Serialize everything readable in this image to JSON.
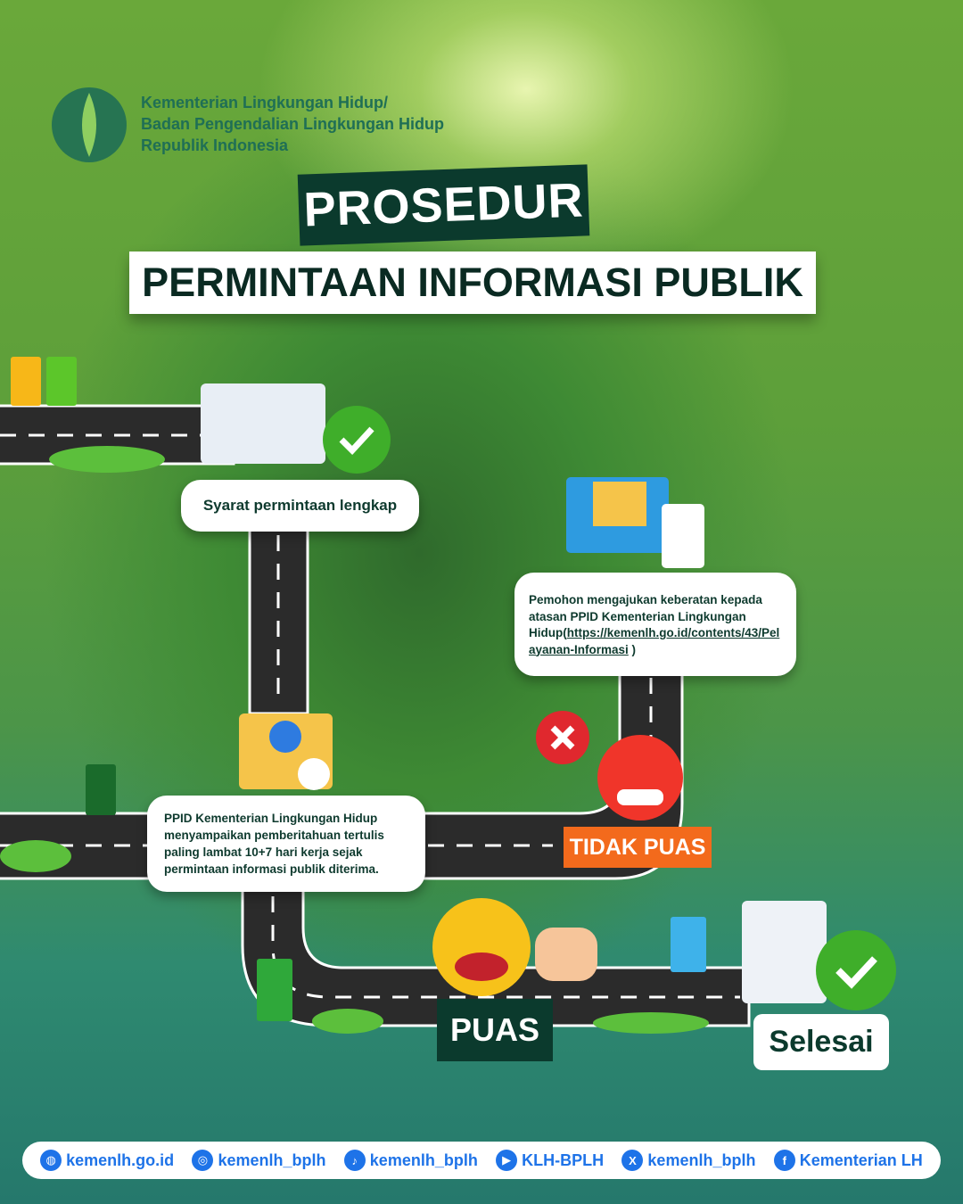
{
  "header": {
    "org_lines": [
      "Kementerian Lingkungan Hidup/",
      "Badan Pengendalian Lingkungan Hidup",
      "Republik Indonesia"
    ],
    "title_top": "PROSEDUR",
    "title_main": "PERMINTAAN INFORMASI PUBLIK"
  },
  "steps": {
    "complete": "Syarat permintaan lengkap",
    "notify": "PPID Kementerian Lingkungan Hidup menyampaikan pemberitahuan tertulis paling lambat 10+7 hari kerja sejak permintaan informasi publik diterima.",
    "objection_text": "Pemohon mengajukan keberatan kepada atasan PPID Kementerian Lingkungan Hidup(",
    "objection_link": "https://kemenlh.go.id/contents/43/Pelayanan-Informasi",
    "objection_end": " )",
    "not_satisfied": "TIDAK PUAS",
    "satisfied": "PUAS",
    "done": "Selesai"
  },
  "colors": {
    "dark_green": "#0b3a2d",
    "orange": "#f36a1c",
    "link_blue": "#1e73e8"
  },
  "footer": [
    {
      "icon": "globe-icon",
      "label": "kemenlh.go.id"
    },
    {
      "icon": "instagram-icon",
      "label": "kemenlh_bplh"
    },
    {
      "icon": "tiktok-icon",
      "label": "kemenlh_bplh"
    },
    {
      "icon": "youtube-icon",
      "label": "KLH-BPLH"
    },
    {
      "icon": "x-icon",
      "label": "kemenlh_bplh"
    },
    {
      "icon": "facebook-icon",
      "label": "Kementerian LH"
    }
  ]
}
